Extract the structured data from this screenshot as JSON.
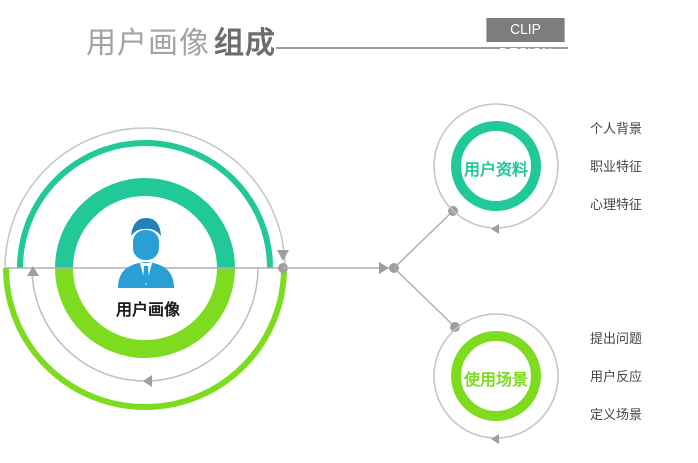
{
  "header": {
    "title_light": "用户画像",
    "title_bold": "组成",
    "badge": "CLIP DESIGN"
  },
  "center": {
    "label": "用户画像",
    "icon": "user-avatar-icon"
  },
  "nodes": [
    {
      "label": "用户资料",
      "color": "#20c997",
      "items": [
        "个人背景",
        "职业特征",
        "心理特征"
      ]
    },
    {
      "label": "使用场景",
      "color": "#7ddc1f",
      "items": [
        "提出问题",
        "用户反应",
        "定义场景"
      ]
    }
  ],
  "colors": {
    "teal": "#20c997",
    "green": "#7ddc1f",
    "gray": "#9e9e9e",
    "icon": "#2a9fd6"
  }
}
